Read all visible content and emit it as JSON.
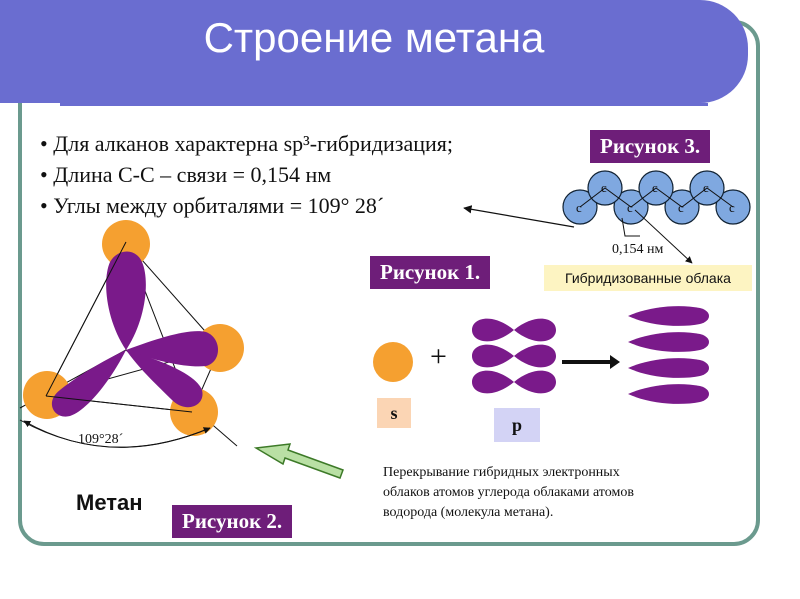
{
  "title": "Строение метана",
  "bullets": [
    "• Для алканов характерна sp³-гибридизация;",
    "• Длина C-C – связи = 0,154 нм",
    "• Углы между орбиталями = 109° 28´"
  ],
  "figure1": {
    "label": "Рисунок 1.",
    "s_label": "s",
    "p_label": "p",
    "plus": "+"
  },
  "figure2": {
    "label": "Рисунок 2."
  },
  "figure3": {
    "label": "Рисунок 3.",
    "atoms_top": [
      "c",
      "c",
      "c"
    ],
    "atoms_bottom": [
      "c",
      "c",
      "c",
      "c"
    ],
    "bond_length": "0,154 нм",
    "hybrid_clouds": "Гибридизованные облака"
  },
  "methane": {
    "label": "Метан",
    "angle": "109°28´"
  },
  "caption_lines": [
    "Перекрывание гибридных электронных",
    "облаков атомов углерода облаками атомов",
    "водорода (молекула метана)."
  ],
  "colors": {
    "title_bg": "#6a6dd0",
    "frame": "#6b9a8e",
    "purple": "#7a1a8a",
    "orange": "#f5a030",
    "label_bg": "#6e1e79",
    "s_bg": "#fbd5b4",
    "p_bg": "#d3d3f5"
  }
}
